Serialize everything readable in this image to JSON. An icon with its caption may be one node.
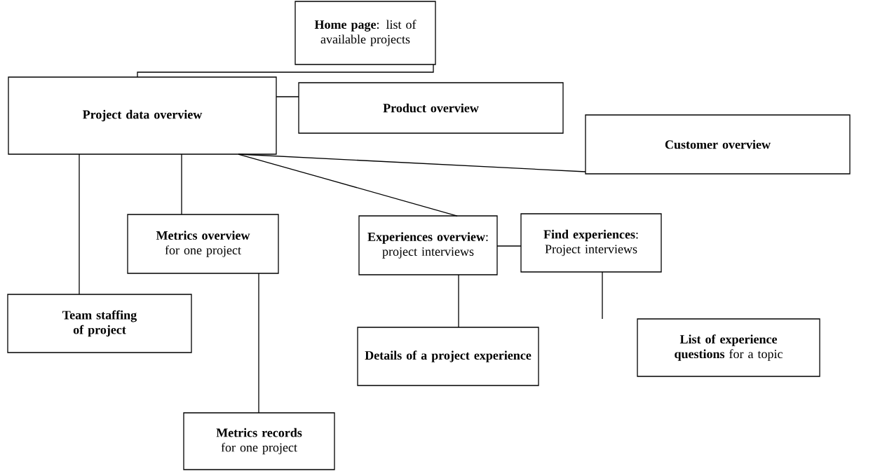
{
  "diagram": {
    "nodes": [
      {
        "text": [
          "**Home page**: list of available projects"
        ]
      },
      {
        "text": [
          "Project data overview"
        ]
      },
      {
        "text": [
          "Product overview"
        ]
      },
      {
        "text": [
          "Customer overview"
        ]
      },
      {
        "text": [
          "Metrics overview",
          "for one project"
        ]
      },
      {
        "text": [
          "**Experiences overview**:",
          "project interviews"
        ]
      },
      {
        "text": [
          "**Find experiences**:",
          "Project interviews"
        ]
      },
      {
        "text": [
          "Team staffing of project"
        ]
      },
      {
        "text": [
          "Details of a project experience"
        ]
      },
      {
        "text": [
          "**List of experience questions** for a topic"
        ]
      },
      {
        "text": [
          "Metrics records",
          "for one project"
        ]
      }
    ],
    "edges": [
      {
        "from": 0,
        "to": 1,
        "arrow": "none"
      },
      {
        "from": 1,
        "to": 2,
        "arrow": "none"
      },
      {
        "from": 1,
        "to": 3,
        "arrow": "none"
      },
      {
        "from": 1,
        "to": 4,
        "arrow": "none"
      },
      {
        "from": 1,
        "to": 5,
        "arrow": "none"
      },
      {
        "from": 1,
        "to": 7,
        "arrow": "none"
      },
      {
        "from": 4,
        "to": 10,
        "arrow": "none"
      },
      {
        "from": 5,
        "to": 6,
        "arrow": "none"
      },
      {
        "from": 5,
        "to": 8,
        "arrow": "none"
      },
      {
        "from": 6,
        "to": 9,
        "arrow": "none"
      }
    ]
  }
}
